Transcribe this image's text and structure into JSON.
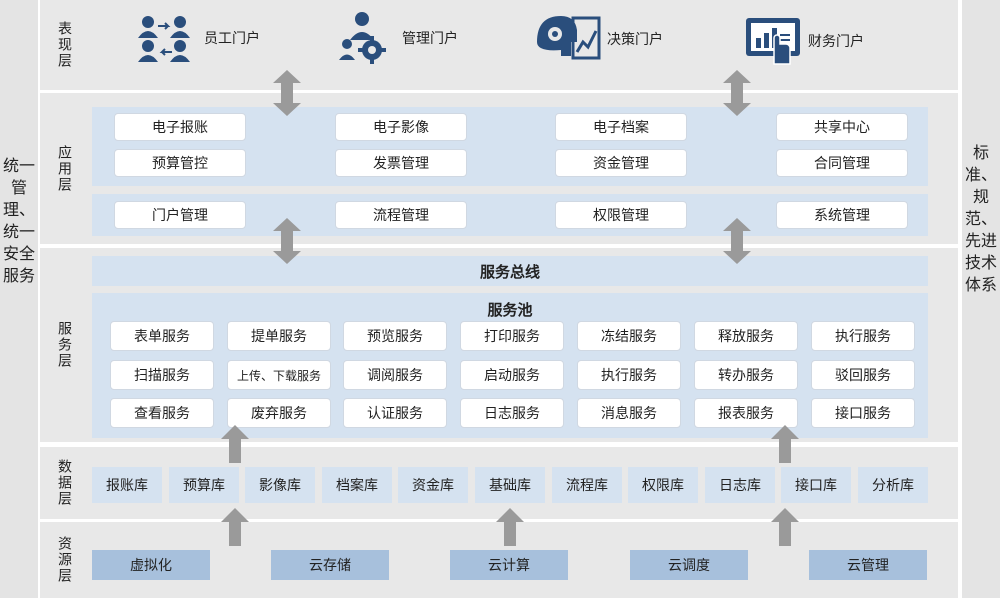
{
  "left_label": "统一管理、统一安全服务",
  "right_label": "标准、规范、先进技术体系",
  "layers": {
    "presentation": "表现层",
    "application": "应用层",
    "service": "服务层",
    "data": "数据层",
    "resource": "资源层"
  },
  "portals": [
    "员工门户",
    "管理门户",
    "决策门户",
    "财务门户"
  ],
  "portal_icons": [
    "people-exchange-icon",
    "manager-gear-icon",
    "brain-chart-icon",
    "tablet-chart-icon"
  ],
  "apps_row1": [
    "电子报账",
    "电子影像",
    "电子档案",
    "共享中心"
  ],
  "apps_row2": [
    "预算管控",
    "发票管理",
    "资金管理",
    "合同管理"
  ],
  "apps_row3": [
    "门户管理",
    "流程管理",
    "权限管理",
    "系统管理"
  ],
  "service_bus": "服务总线",
  "service_pool": "服务池",
  "services_row1": [
    "表单服务",
    "提单服务",
    "预览服务",
    "打印服务",
    "冻结服务",
    "释放服务",
    "执行服务"
  ],
  "services_row2": [
    "扫描服务",
    "上传、下载服务",
    "调阅服务",
    "启动服务",
    "执行服务",
    "转办服务",
    "驳回服务"
  ],
  "services_row3": [
    "查看服务",
    "废弃服务",
    "认证服务",
    "日志服务",
    "消息服务",
    "报表服务",
    "接口服务"
  ],
  "databases": [
    "报账库",
    "预算库",
    "影像库",
    "档案库",
    "资金库",
    "基础库",
    "流程库",
    "权限库",
    "日志库",
    "接口库",
    "分析库"
  ],
  "resources": [
    "虚拟化",
    "云存储",
    "云计算",
    "云调度",
    "云管理"
  ],
  "colors": {
    "band": "#e8e8e8",
    "panel": "#d5e2f0",
    "resource_box": "#a7c0dc",
    "arrow": "#9a9a9a",
    "icon": "#2a4e7c"
  }
}
